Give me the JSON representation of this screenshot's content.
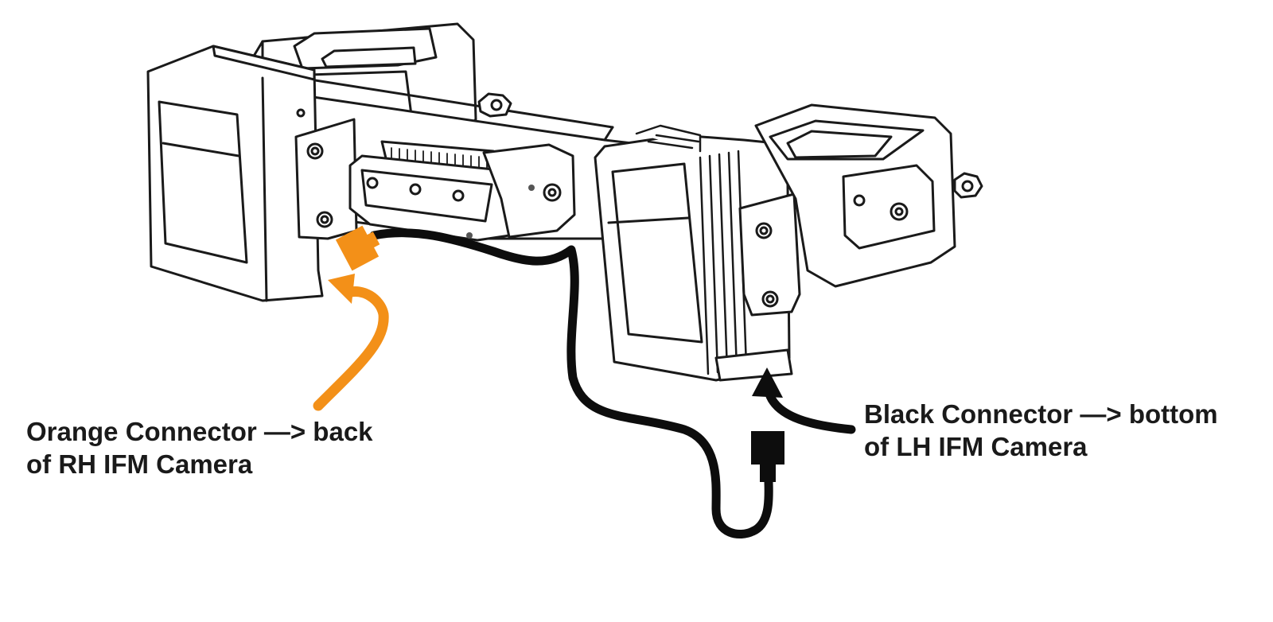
{
  "callouts": {
    "orange": {
      "line1": "Orange Connector —> back",
      "line2": "of RH IFM Camera"
    },
    "black": {
      "line1": "Black Connector —> bottom",
      "line2": "of LH IFM Camera"
    }
  },
  "colors": {
    "orange_connector": "#f39018",
    "orange_arrow": "#f39018",
    "cable": "#0d0d0d",
    "line_art": "#1a1a1a",
    "background": "#ffffff"
  }
}
